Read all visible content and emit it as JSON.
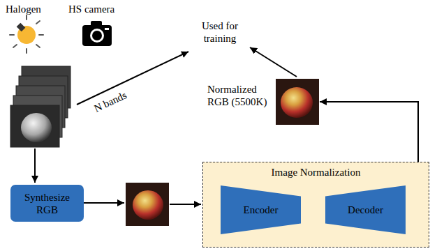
{
  "diagram": {
    "nodes": [
      {
        "text": [
          "Synthesize RGB"
        ]
      },
      {
        "text": [
          "Image Normalization"
        ]
      },
      {
        "text": [
          "Encoder"
        ],
        "in": 1
      },
      {
        "text": [
          "Decoder"
        ],
        "in": 1
      },
      {
        "text": [
          "Normalized RGB (5500K)"
        ]
      }
    ],
    "edges": [
      {
        "from": 2,
        "to": 3,
        "arrow": "to"
      },
      {
        "from": 3,
        "to": 4,
        "arrow": "to"
      }
    ],
    "labels": [
      "Halogen",
      "HS camera",
      "N bands",
      "Used for training"
    ]
  }
}
